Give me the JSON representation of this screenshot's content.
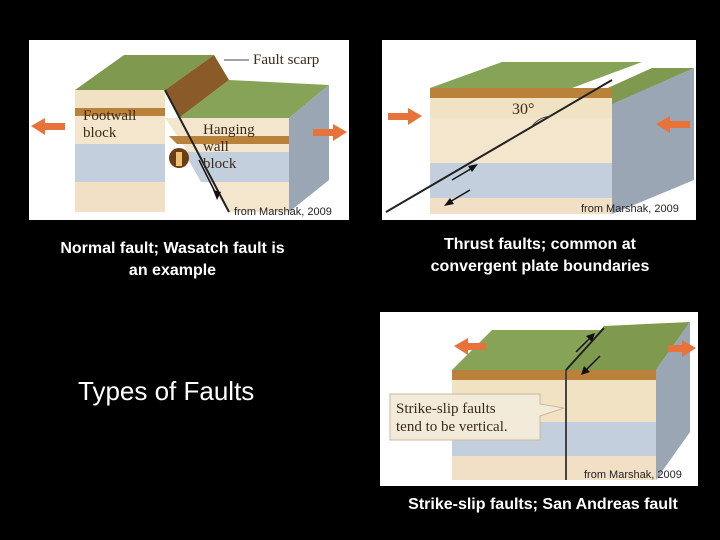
{
  "slide_title": "Types of Faults",
  "panels": {
    "normal": {
      "caption_line1": "Normal fault; Wasatch fault is",
      "caption_line2": "an example",
      "credit": "from Marshak, 2009",
      "label_fault_scarp": "Fault scarp",
      "label_footwall_1": "Footwall",
      "label_footwall_2": "block",
      "label_hanging_1": "Hanging",
      "label_hanging_2": "wall",
      "label_hanging_3": "block"
    },
    "thrust": {
      "caption_line1": "Thrust faults; common at",
      "caption_line2": "convergent plate boundaries",
      "credit": "from Marshak, 2009",
      "label_angle": "30°"
    },
    "strikeslip": {
      "caption": "Strike-slip faults; San Andreas fault",
      "credit": "from Marshak, 2009",
      "note_line1": "Strike-slip faults",
      "note_line2": "tend to be vertical."
    }
  },
  "colors": {
    "background": "#000000",
    "arrow": "#e8733a",
    "ground": "#7f9a4e",
    "layer_tan": "#f2e2c4",
    "layer_brown": "#b9813a",
    "layer_blue": "#c3cfdc"
  }
}
